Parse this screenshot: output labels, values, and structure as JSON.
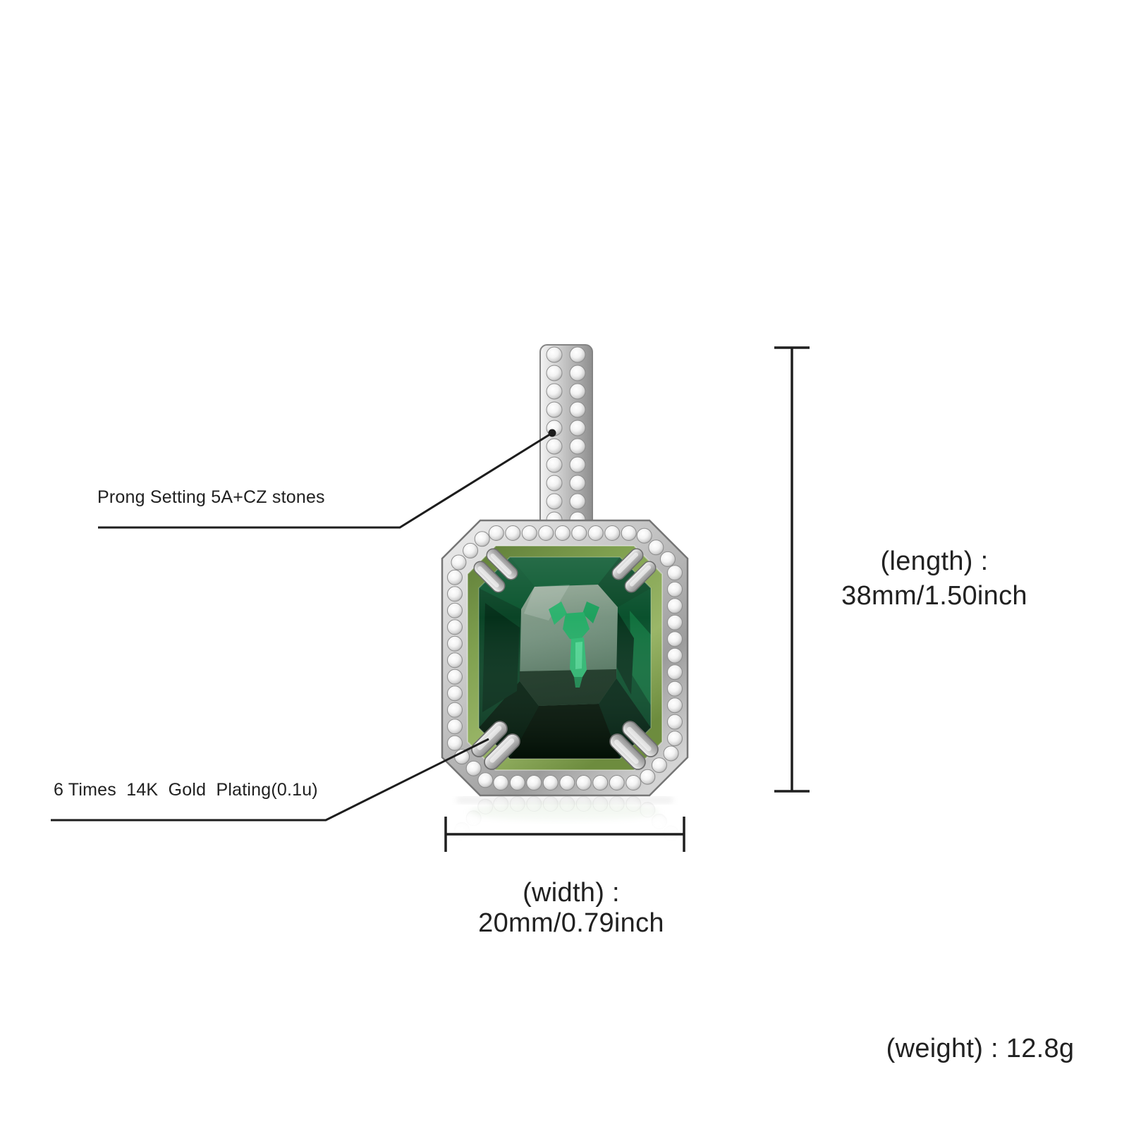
{
  "page": {
    "background": "#ffffff"
  },
  "annotations": {
    "prong_setting": {
      "label": "Prong Setting 5A+CZ stones"
    },
    "gold_plating": {
      "label": "6 Times  14K  Gold  Plating(0.1u)"
    }
  },
  "measurements": {
    "length": {
      "name": "(length) :",
      "value": "38mm/1.50inch"
    },
    "width": {
      "label": "(width) : 20mm/0.79inch"
    },
    "weight": {
      "label": "(weight) : 12.8g"
    }
  },
  "product": {
    "type": "emerald-cut-green-cz-pendant",
    "colors": {
      "gem_green_dark": "#06351d",
      "gem_green_mid": "#0b5530",
      "gem_highlight_green": "#2fbb74",
      "gem_table_gray_green": "#75927f",
      "bezel_olive": "#7fa04f",
      "metal_silver": "#bfbfbf",
      "line_black": "#1d1d1d"
    }
  }
}
